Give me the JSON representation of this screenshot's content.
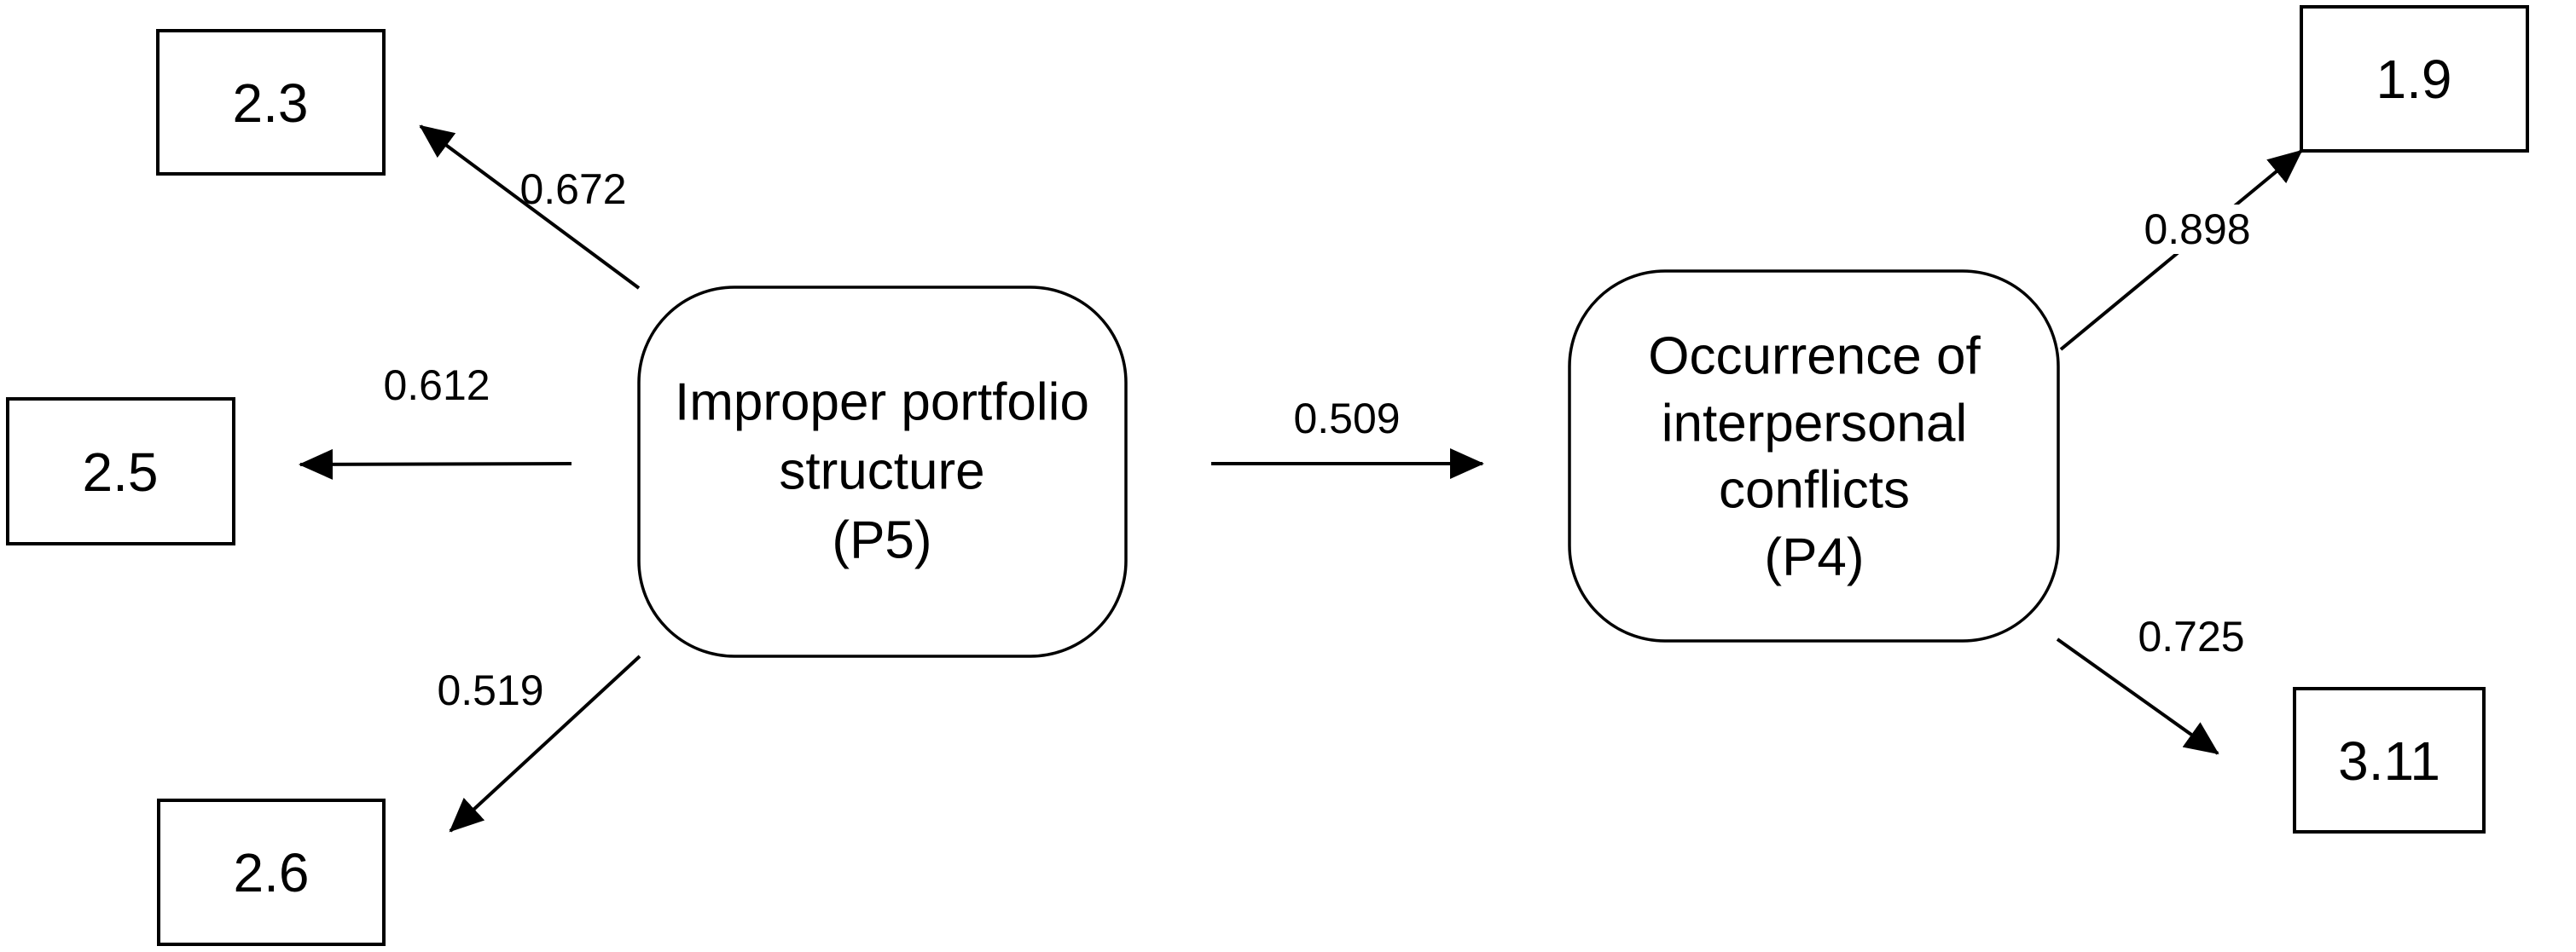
{
  "diagram": {
    "type": "path-model",
    "background_color": "#ffffff",
    "stroke_color": "#000000",
    "latent_nodes": [
      {
        "id": "P5",
        "label": "Improper portfolio structure (P5)",
        "lines": [
          "Improper portfolio",
          "structure",
          "(P5)"
        ]
      },
      {
        "id": "P4",
        "label": "Occurrence of interpersonal conflicts (P4)",
        "lines": [
          "Occurrence of",
          "interpersonal",
          "conflicts",
          "(P4)"
        ]
      }
    ],
    "indicators": [
      {
        "id": "2.3",
        "value": "2.3"
      },
      {
        "id": "2.5",
        "value": "2.5"
      },
      {
        "id": "2.6",
        "value": "2.6"
      },
      {
        "id": "1.9",
        "value": "1.9"
      },
      {
        "id": "3.11",
        "value": "3.11"
      }
    ],
    "edges": [
      {
        "from": "P5",
        "to": "2.3",
        "weight": "0.672"
      },
      {
        "from": "P5",
        "to": "2.5",
        "weight": "0.612"
      },
      {
        "from": "P5",
        "to": "2.6",
        "weight": "0.519"
      },
      {
        "from": "P5",
        "to": "P4",
        "weight": "0.509"
      },
      {
        "from": "P4",
        "to": "1.9",
        "weight": "0.898"
      },
      {
        "from": "P4",
        "to": "3.11",
        "weight": "0.725"
      }
    ]
  }
}
